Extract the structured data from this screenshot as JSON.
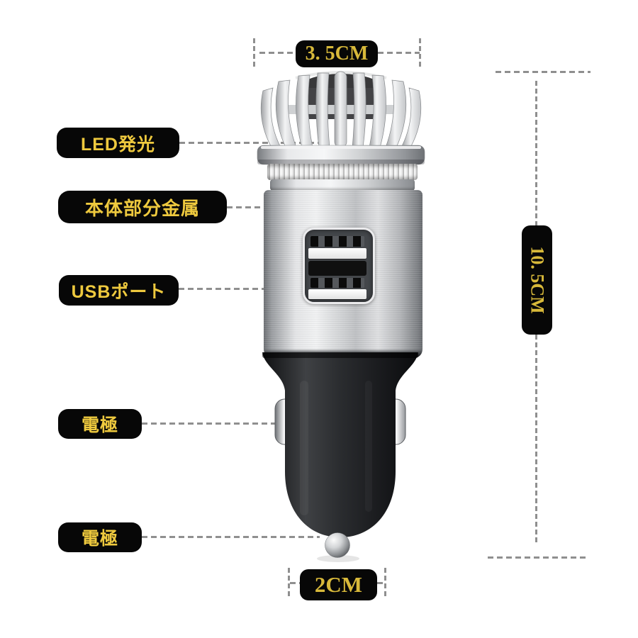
{
  "dimensions": {
    "width_top": "3. 5CM",
    "height_right": "10. 5CM",
    "width_bottom": "2CM"
  },
  "part_labels": {
    "led": "LED発光",
    "body": "本体部分金属",
    "usb_port": "USBポート",
    "electrode_side": "電極",
    "electrode_tip": "電極"
  },
  "colors": {
    "background": "#ffffff",
    "label_background": "#070707",
    "label_text_yellow": "#eec93e",
    "dimension_text_gold": "#d8b93a",
    "leader_line_gray": "#8f8f8f",
    "plug_black": "#232528",
    "metal_light": "#f2f3f4",
    "metal_dark": "#74777b"
  }
}
